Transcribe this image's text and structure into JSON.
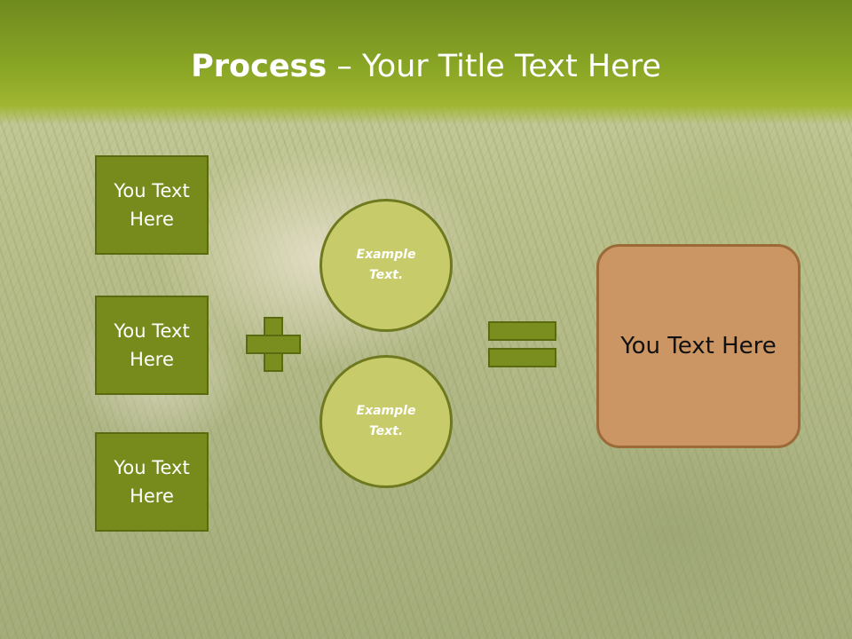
{
  "slide": {
    "title_bold": "Process",
    "title_rest": " – Your Title Text Here",
    "left_boxes": [
      {
        "label": "You Text Here"
      },
      {
        "label": "You Text Here"
      },
      {
        "label": "You Text Here"
      }
    ],
    "circles": [
      {
        "label": "Example Text."
      },
      {
        "label": "Example Text."
      }
    ],
    "result_label": "You Text Here"
  },
  "colors": {
    "header_green": "#8aa625",
    "box_green": "#778b1d",
    "circle_fill": "#c7cb6a",
    "result_fill": "#cc9664"
  },
  "icons": {
    "operator_1": "plus-icon",
    "operator_2": "equals-icon"
  }
}
